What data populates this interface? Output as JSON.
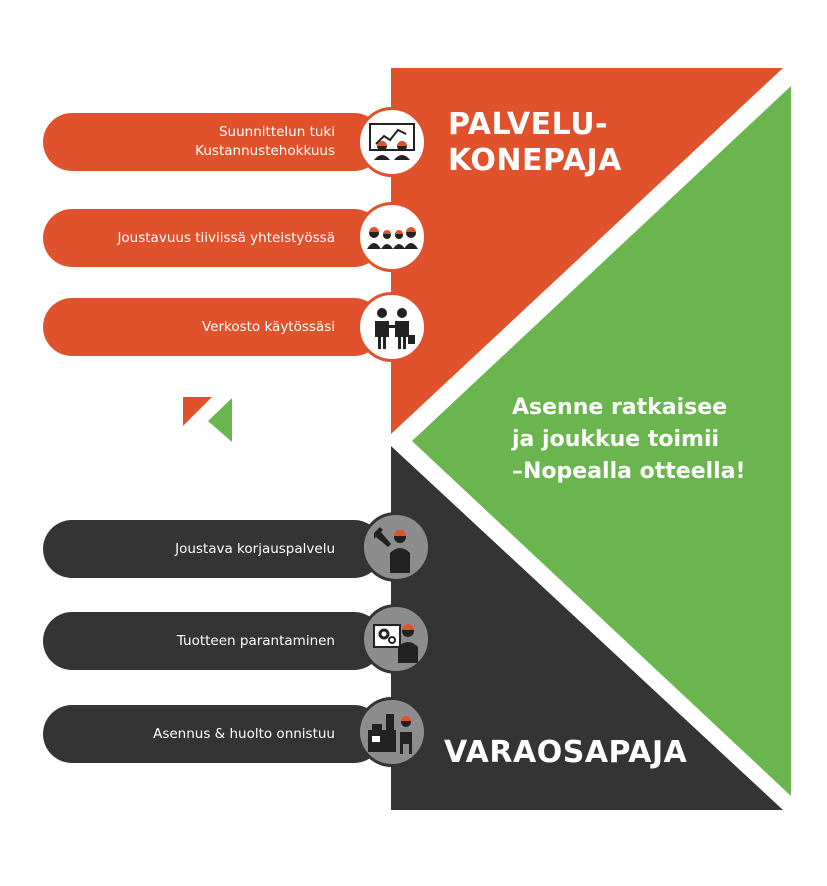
{
  "colors": {
    "orange": "#e0522c",
    "dark": "#343434",
    "green": "#6ab54e",
    "grey_icon_bg": "#8d8d8d"
  },
  "headings": {
    "top_line1": "PALVELU-",
    "top_line2": "KONEPAJA",
    "bottom": "VARAOSAPAJA"
  },
  "slogan": {
    "line1": "Asenne ratkaisee",
    "line2": "ja joukkue toimii",
    "line3": "–Nopealla otteella!"
  },
  "orange_items": [
    {
      "line1": "Suunnittelun tuki",
      "line2": "Kustannustehokkuus",
      "icon": "presentation-team-icon"
    },
    {
      "line1": "Joustavuus tiiviissä yhteistyössä",
      "line2": "",
      "icon": "worker-group-icon"
    },
    {
      "line1": "Verkosto käytössäsi",
      "line2": "",
      "icon": "handshake-icon"
    }
  ],
  "dark_items": [
    {
      "line1": "Joustava korjauspalvelu",
      "line2": "",
      "icon": "wrench-worker-icon"
    },
    {
      "line1": "Tuotteen parantaminen",
      "line2": "",
      "icon": "gear-screen-worker-icon"
    },
    {
      "line1": "Asennus & huolto onnistuu",
      "line2": "",
      "icon": "machine-worker-icon"
    }
  ],
  "logo": {
    "name": "company-logo-icon"
  }
}
